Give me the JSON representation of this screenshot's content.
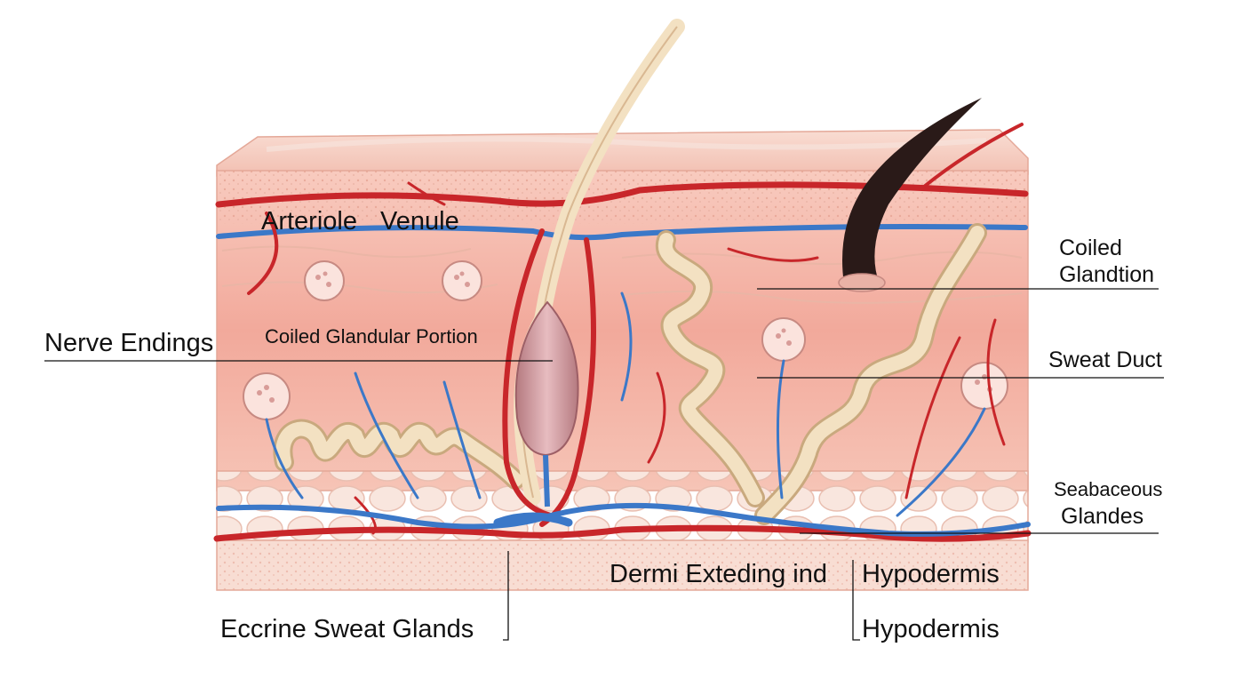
{
  "diagram": {
    "labels": {
      "arteriole": "Arteriole",
      "venule": "Venule",
      "nerve_endings": "Nerve Endings",
      "coiled_glandular_portion": "Coiled Glandular Portion",
      "coiled_glandtion_line1": "Coiled",
      "coiled_glandtion_line2": "Glandtion",
      "sweat_duct": "Sweat Duct",
      "seabaceous_line1": "Seabaceous",
      "seabaceous_line2": "Glandes",
      "dermi_exteding": "Dermi Exteding ind",
      "hypodermis_upper": "Hypodermis",
      "eccrine_sweat_glands": "Eccrine Sweat Glands",
      "hypodermis_lower": "Hypodermis"
    },
    "colors": {
      "epidermis": "#f3c8bd",
      "dermis": "#f5b6a8",
      "subcutis": "#f7ddd2",
      "artery": "#c8262a",
      "vein": "#3b78c8",
      "gland": "#f3e1c2",
      "gland_outline": "#c9a97e",
      "hair": "#2a1a18",
      "follicle": "#c98b8f"
    }
  }
}
